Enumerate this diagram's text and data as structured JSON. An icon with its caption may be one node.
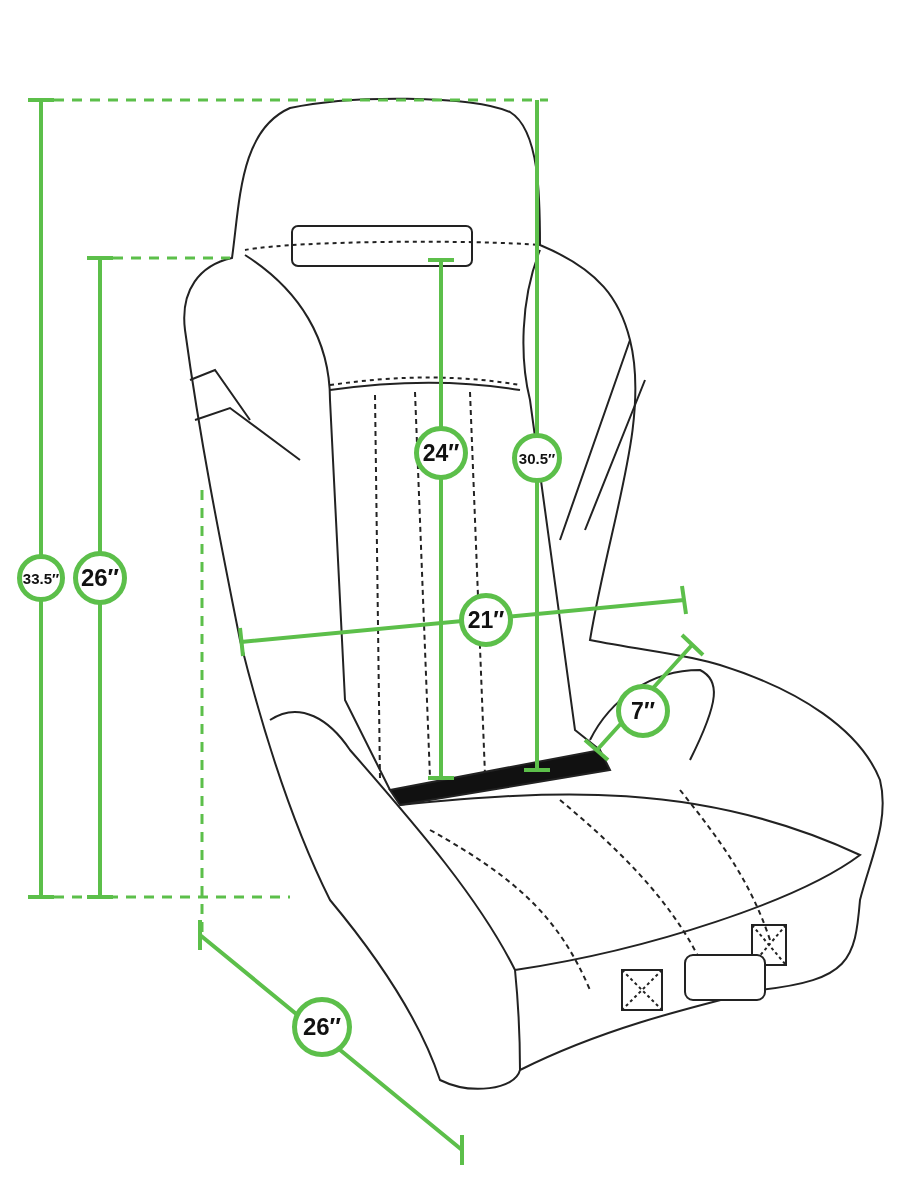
{
  "diagram": {
    "labels": [
      "33.5″",
      "26″",
      "24″",
      "30.5″",
      "21″",
      "7″",
      "26″"
    ]
  }
}
